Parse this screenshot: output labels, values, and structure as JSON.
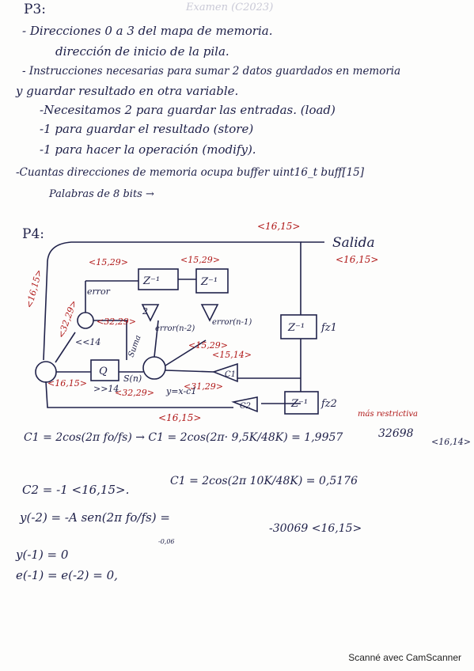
{
  "header": {
    "faded_title": "Examen (C2023)"
  },
  "p3": {
    "title": "P3:",
    "lines": [
      "- Direcciones 0 a 3 del mapa de memoria.",
      "dirección de inicio de la pila.",
      "- Instrucciones necesarias para sumar 2 datos guardados en memoria",
      "y guardar resultado en otra variable.",
      "-Necesitamos 2 para guardar las entradas. (load)",
      "-1 para guardar el resultado (store)",
      "-1 para hacer la operación (modify).",
      "-Cuantas direcciones de memoria ocupa buffer  uint16_t buff[15]",
      "Palabras de 8 bits →"
    ]
  },
  "p4": {
    "title": "P4:",
    "diagram": {
      "top_format": "<16,15>",
      "output_label": "Salida",
      "output_format": "<16,15>",
      "delay": "Z⁻¹",
      "error_label": "error",
      "error_n2": "error(n-2)",
      "error_n1": "error(n-1)",
      "fz1": "fz1",
      "fz2": "fz2",
      "q": "Q",
      "sn": "S(n)",
      "suma": "Suma",
      "coef_c1": "C1",
      "coef_c2": "C2",
      "gain2": "2",
      "f_15_29_a": "<15,29>",
      "f_15_29_b": "<15,29>",
      "f_32_29_a": "<32,29>",
      "f_32_29_b": "<32,29>",
      "f_15_29_c": "<15,29>",
      "f_15_14": "<15,14>",
      "f_31_29": "<31,29>",
      "f_32_29_c": "<32,29>",
      "f_16_15_left": "<16,15>",
      "f_16_15_bottom": "<16,15>",
      "f_16_15_sum": "<16,15>",
      "shift_r": "<<14",
      "shift_l": ">>14",
      "y_eq": "y=x-c1"
    },
    "equations": [
      "C1 = 2cos(2π fo/fs) → C1 = 2cos(2π· 9,5K/48K) = 1,9957",
      "C2 = -1  <16,15>.",
      "C1 = 2cos(2π 10K/48K) = 0,5176",
      "y(-2) = -A sen(2π fo/fs) =",
      "y(-1) = 0",
      "e(-1) = e(-2) = 0,"
    ],
    "notes": {
      "mas_restrictiva": "más restrictiva",
      "value_32698": "32698",
      "format_16_14": "<16,14>",
      "value_neg": "-30069 <16,15>",
      "small_sub": "-0,06"
    }
  },
  "footer": {
    "scanner": "Scanné avec CamScanner"
  },
  "colors": {
    "ink": "#20224a",
    "red_ink": "#b01818",
    "paper": "#fdfdfc"
  }
}
